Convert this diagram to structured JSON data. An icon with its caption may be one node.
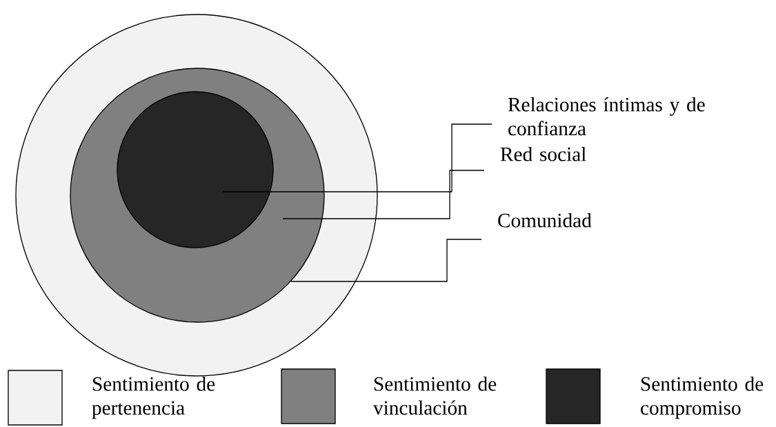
{
  "diagram": {
    "nodes": [
      {
        "text": [],
        "shape": "circle"
      },
      {
        "text": [],
        "shape": "circle",
        "in": 0
      },
      {
        "text": [],
        "shape": "circle",
        "in": 1
      },
      {
        "text": [
          "Relaciones íntimas y de confianza"
        ]
      },
      {
        "text": [
          "Red social"
        ]
      },
      {
        "text": [
          "Comunidad"
        ]
      }
    ],
    "edges": [
      {
        "from": 3,
        "to": 2,
        "arrow": "none"
      },
      {
        "from": 4,
        "to": 1,
        "arrow": "none"
      },
      {
        "from": 5,
        "to": 0,
        "arrow": "none"
      }
    ],
    "legend": [
      {
        "text": "Sentimiento de pertenencia",
        "color": "#f2f2f2"
      },
      {
        "text": "Sentimiento de vinculación",
        "color": "#808080"
      },
      {
        "text": "Sentimiento de compromiso",
        "color": "#262626"
      }
    ]
  }
}
